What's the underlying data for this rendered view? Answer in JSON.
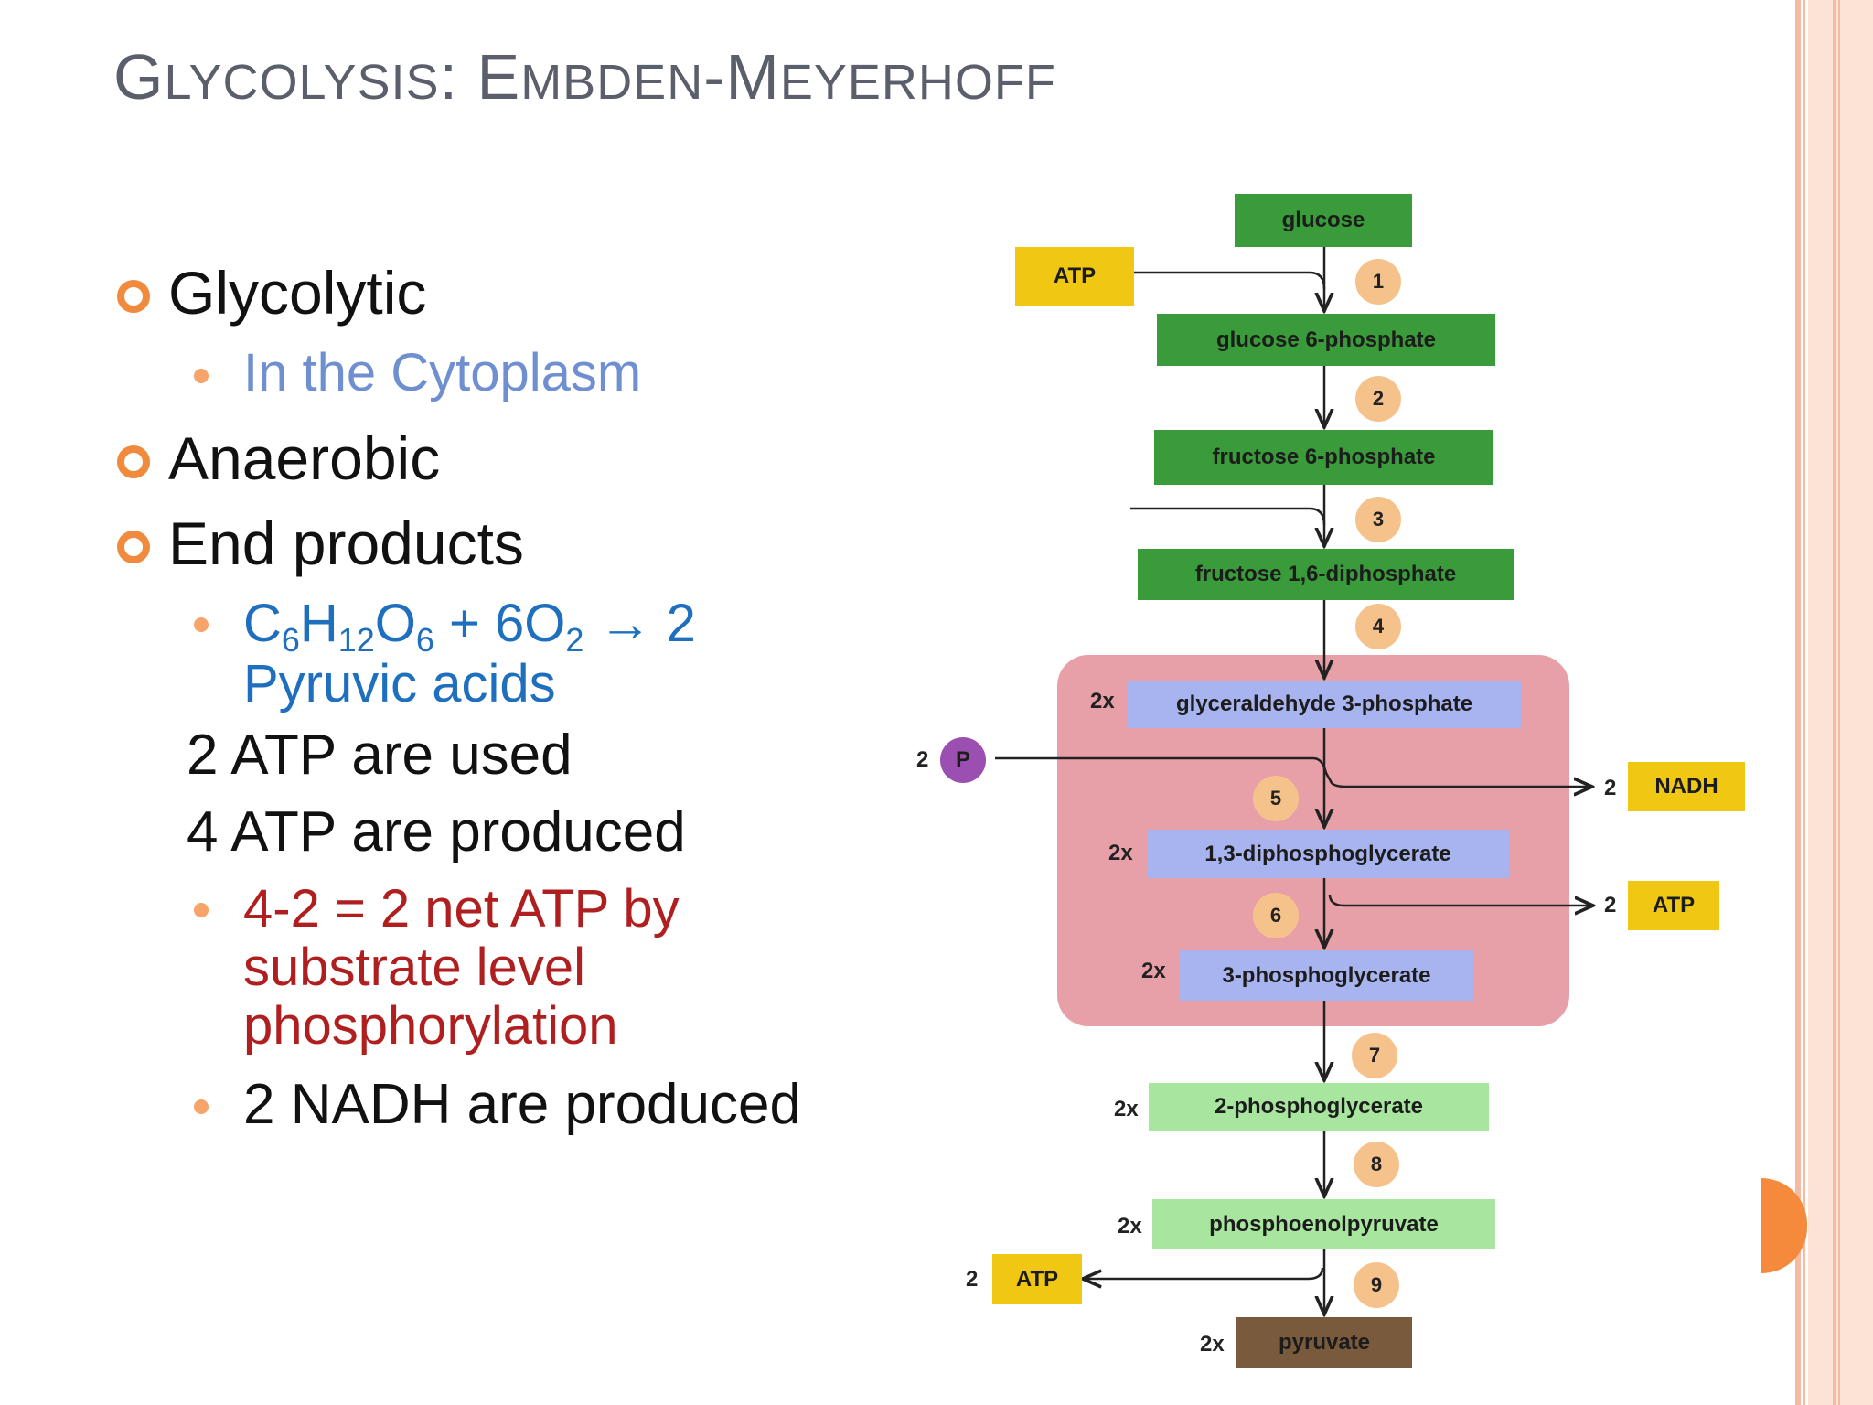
{
  "title": {
    "w1_cap": "G",
    "w1_rest": "LYCOLYSIS",
    "sep": ": ",
    "w2_cap": "E",
    "w2_rest": "MBDEN",
    "dash": "-",
    "w3_cap": "M",
    "w3_rest": "EYERHOFF"
  },
  "bullets": {
    "glycolytic": "Glycolytic",
    "cytoplasm": "In the Cytoplasm",
    "anaerobic": "Anaerobic",
    "end_products": "End products",
    "equation": {
      "c": "C",
      "c_sub": "6",
      "h": "H",
      "h_sub": "12",
      "o": "O",
      "o_sub": "6",
      "plus": " + 6O",
      "o2_sub": "2",
      "arrow": " → 2",
      "line2": "Pyruvic acids"
    },
    "atp_used": "2 ATP are used",
    "atp_produced": "4 ATP are produced",
    "net_1": "4-2 = 2 net ATP by",
    "net_2": "substrate level",
    "net_3": "phosphorylation",
    "nadh": "2 NADH are produced"
  },
  "diagram": {
    "nodes": {
      "glucose": "glucose",
      "g6p": "glucose 6-phosphate",
      "f6p": "fructose 6-phosphate",
      "f16dp": "fructose 1,6-diphosphate",
      "g3p": "glyceraldehyde 3-phosphate",
      "dpg13": "1,3-diphosphoglycerate",
      "pg3": "3-phosphoglycerate",
      "pg2": "2-phosphoglycerate",
      "pep": "phosphoenolpyruvate",
      "pyruvate": "pyruvate"
    },
    "steps": [
      "1",
      "2",
      "3",
      "4",
      "5",
      "6",
      "7",
      "8",
      "9"
    ],
    "multiplier": "2x",
    "atp_in": "ATP",
    "phosphate": "P",
    "phosphate_count": "2",
    "nadh_out": {
      "count": "2",
      "label": "NADH"
    },
    "atp_out_6": {
      "count": "2",
      "label": "ATP"
    },
    "atp_out_9": {
      "count": "2",
      "label": "ATP"
    }
  },
  "colors": {
    "title": "#5a5f6b",
    "bullet_ring": "#f08a3c",
    "blue_light": "#6f8fd0",
    "blue": "#1f6fbf",
    "red": "#b01f1f",
    "region": "#e8a0a8",
    "green_dark": "#3a9b3a",
    "green_light": "#a8e6a0",
    "purple_box": "#a8b4ef",
    "yellow_box": "#f0c814",
    "brown_box": "#7a5a3c"
  }
}
